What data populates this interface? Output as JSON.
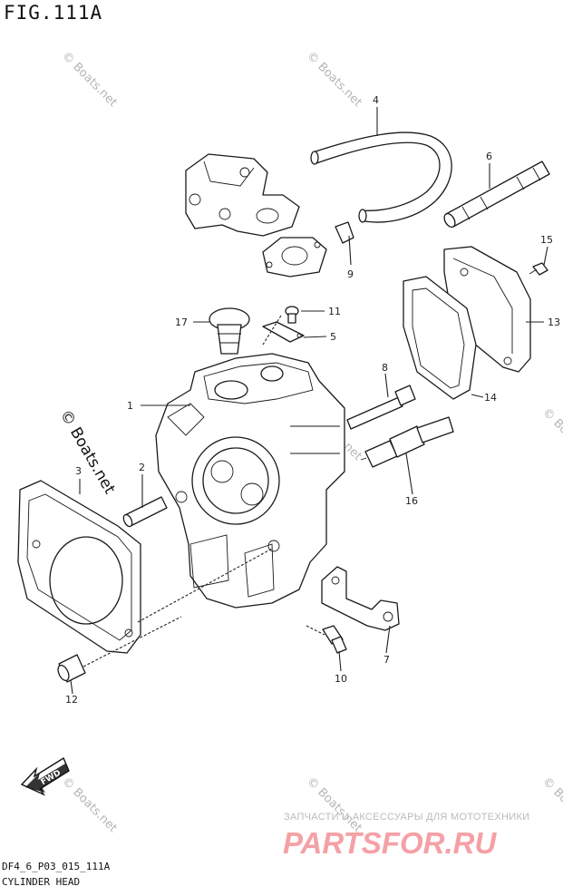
{
  "figure": {
    "title": "FIG.111A",
    "code": "DF4_6_P03_015_111A",
    "name": "CYLINDER HEAD"
  },
  "callouts": [
    "1",
    "2",
    "3",
    "4",
    "5",
    "6",
    "7",
    "8",
    "9",
    "10",
    "11",
    "12",
    "13",
    "14",
    "15",
    "16",
    "17"
  ],
  "watermark": {
    "text": "© Boats.net",
    "big_text": "© Boats.net"
  },
  "ad": {
    "tagline": "ЗАПЧАСТИ И АКСЕССУАРЫ ДЛЯ МОТОТЕХНИКИ",
    "logo": "PARTSFOR.RU"
  },
  "fwd_label": "FWD",
  "colors": {
    "logo": "#f4a1a6",
    "watermark": "#b5b5b5",
    "line": "#1a1a1a"
  }
}
